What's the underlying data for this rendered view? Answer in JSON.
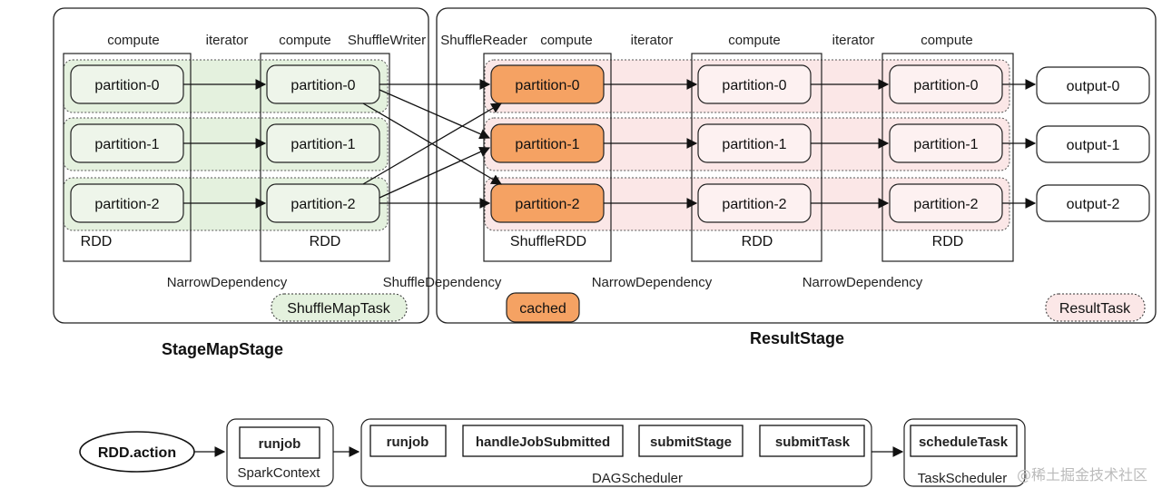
{
  "stages": {
    "left": {
      "title": "StageMapStage",
      "task_label": "ShuffleMapTask",
      "dependency": "NarrowDependency"
    },
    "right": {
      "title": "ResultStage",
      "task_label": "ResultTask",
      "cached_label": "cached",
      "dependencies": [
        "NarrowDependency",
        "NarrowDependency"
      ]
    },
    "shuffle_dependency": "ShuffleDependency"
  },
  "column_labels": {
    "compute_1": "compute",
    "iterator_1": "iterator",
    "compute_2": "compute",
    "shuffle_writer": "ShuffleWriter",
    "shuffle_reader": "ShuffleReader",
    "compute_3": "compute",
    "iterator_2": "iterator",
    "compute_4": "compute",
    "iterator_3": "iterator",
    "compute_5": "compute"
  },
  "rdds": [
    {
      "label": "RDD",
      "partitions": [
        "partition-0",
        "partition-1",
        "partition-2"
      ]
    },
    {
      "label": "RDD",
      "partitions": [
        "partition-0",
        "partition-1",
        "partition-2"
      ]
    },
    {
      "label": "ShuffleRDD",
      "partitions": [
        "partition-0",
        "partition-1",
        "partition-2"
      ]
    },
    {
      "label": "RDD",
      "partitions": [
        "partition-0",
        "partition-1",
        "partition-2"
      ]
    },
    {
      "label": "RDD",
      "partitions": [
        "partition-0",
        "partition-1",
        "partition-2"
      ]
    }
  ],
  "outputs": [
    "output-0",
    "output-1",
    "output-2"
  ],
  "pipeline": {
    "action": "RDD.action",
    "spark_context": {
      "label": "SparkContext",
      "step": "runjob"
    },
    "dag_scheduler": {
      "label": "DAGScheduler",
      "steps": [
        "runjob",
        "handleJobSubmitted",
        "submitStage",
        "submitTask"
      ]
    },
    "task_scheduler": {
      "label": "TaskScheduler",
      "step": "scheduleTask"
    }
  },
  "watermark": "@稀土掘金技术社区",
  "colors": {
    "green_fill": "#eef5ea",
    "green_band": "#e4f1de",
    "pink_fill": "#fdf1f1",
    "pink_band": "#fbe7e7",
    "orange_fill": "#f5a263",
    "orange_stroke": "#c96d28"
  }
}
